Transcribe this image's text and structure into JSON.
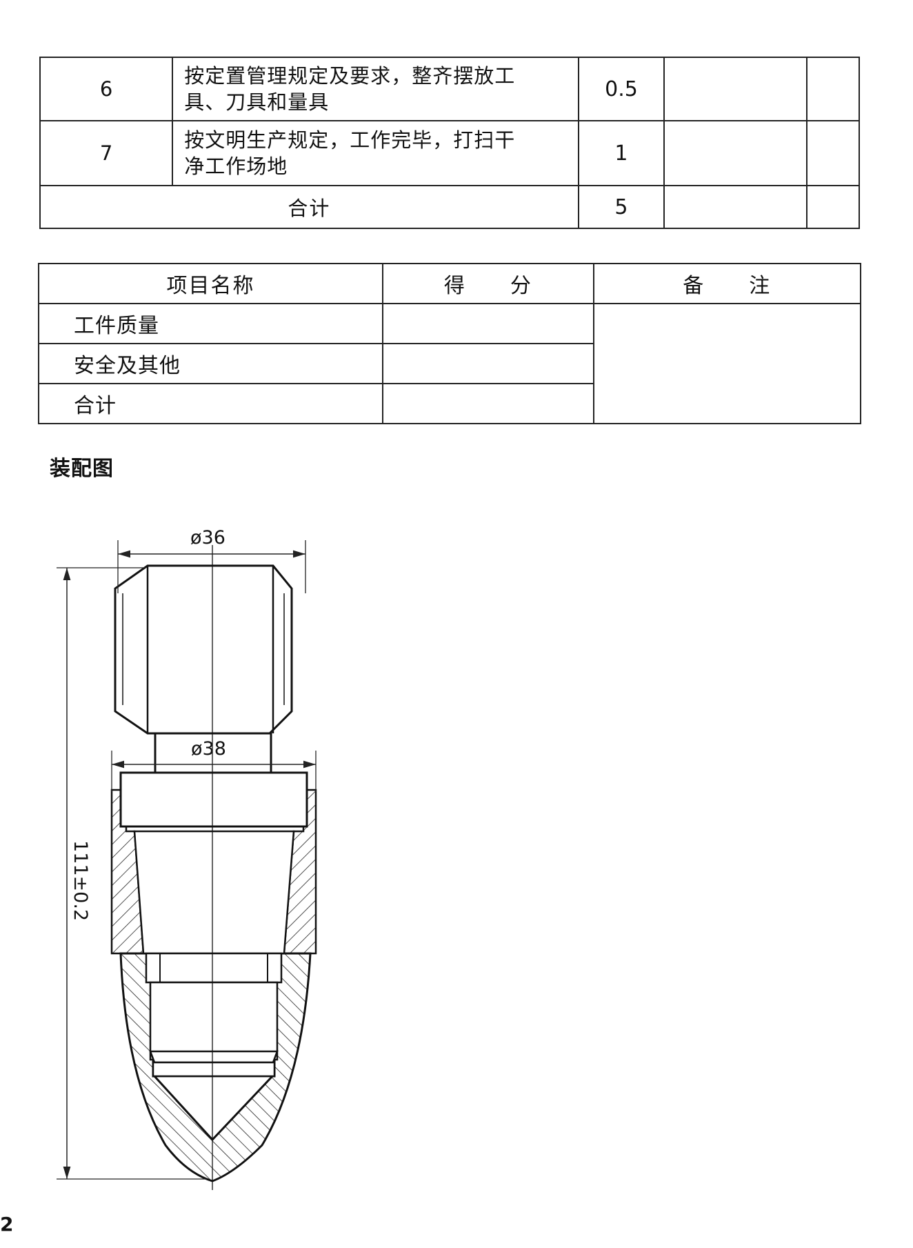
{
  "criteria_table": {
    "rows": [
      {
        "no": "6",
        "desc_line1": "按定置管理规定及要求，整齐摆放工",
        "desc_line2": "具、刀具和量具",
        "score": "0.5"
      },
      {
        "no": "7",
        "desc_line1": "按文明生产规定，工作完毕，打扫干",
        "desc_line2": "净工作场地",
        "score": "1"
      }
    ],
    "total_label": "合计",
    "total_score": "5"
  },
  "summary_table": {
    "headers": {
      "item_name": "项目名称",
      "score": "得　　分",
      "remarks": "备　　注"
    },
    "rows": [
      {
        "item": "工件质量"
      },
      {
        "item": "安全及其他"
      },
      {
        "item": "合计"
      }
    ]
  },
  "section_title": "装配图",
  "drawing": {
    "dim_top_diameter": "ø36",
    "dim_mid_diameter": "ø38",
    "dim_overall_length": "111±0.2"
  },
  "page_number": "2"
}
